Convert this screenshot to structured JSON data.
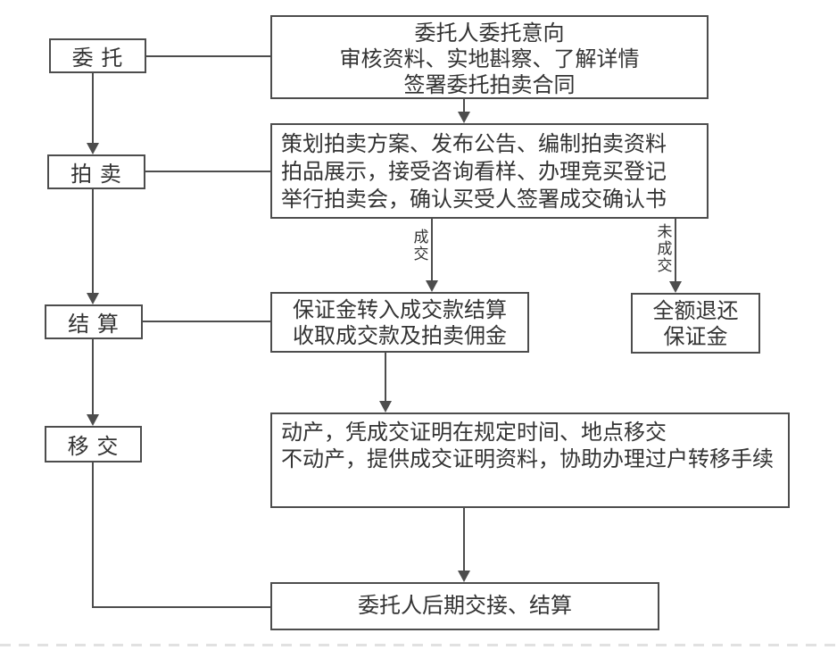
{
  "flowchart": {
    "stages": [
      {
        "label": "委 托"
      },
      {
        "label": "拍 卖"
      },
      {
        "label": "结 算"
      },
      {
        "label": "移 交"
      }
    ],
    "entrust_detail": {
      "line1": "委托人委托意向",
      "line2": "审核资料、实地斟察、了解详情",
      "line3": "签署委托拍卖合同"
    },
    "auction_detail": {
      "line1": "策划拍卖方案、发布公告、编制拍卖资料",
      "line2": "拍品展示，接受咨询看样、办理竞买登记",
      "line3": "举行拍卖会，确认买受人签署成交确认书"
    },
    "settlement_detail": {
      "line1": "保证金转入成交款结算",
      "line2": "收取成交款及拍卖佣金"
    },
    "refund_box": {
      "line1": "全额退还",
      "line2": "保证金"
    },
    "transfer_detail": {
      "line1": "动产，凭成交证明在规定时间、地点移交",
      "line2": "不动产，提供成交证明资料，协助办理过户转移手续"
    },
    "final_box": {
      "label": "委托人后期交接、结算"
    },
    "edge_labels": {
      "deal": "成交",
      "no_deal": "未成交"
    },
    "colors": {
      "line": "#4d4d4d",
      "text": "#333333",
      "dashed_border": "#e1e1e1",
      "background": "#ffffff"
    }
  }
}
